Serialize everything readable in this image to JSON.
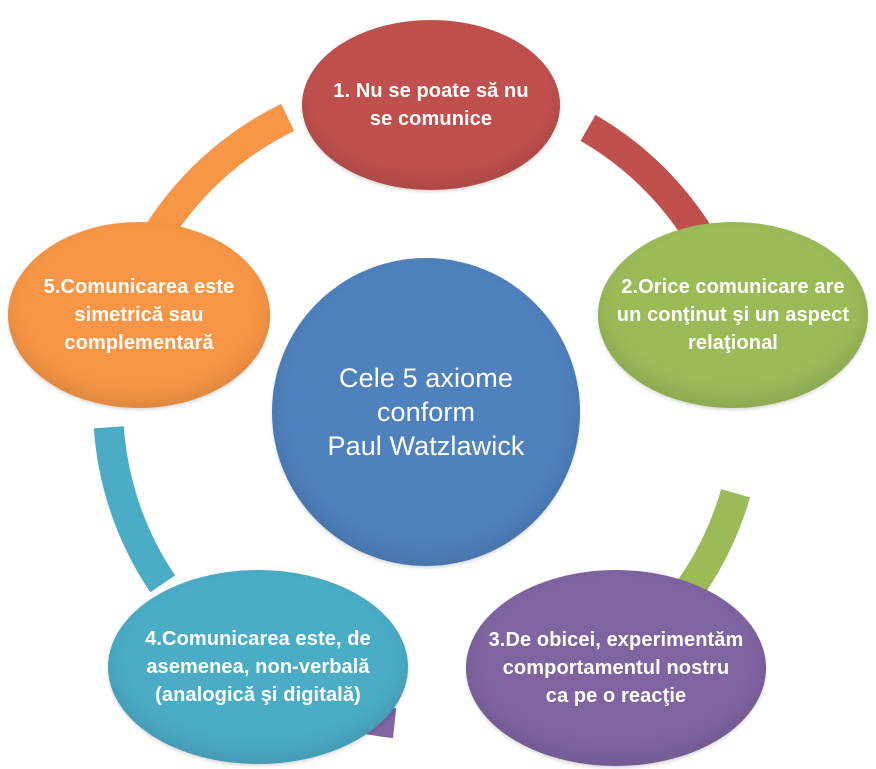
{
  "diagram": {
    "center": {
      "text": "Cele 5 axiome\nconform\nPaul Watzlawick",
      "color": "#4F81BD"
    },
    "axioms": [
      {
        "text": "1. Nu se poate să nu\nse comunice",
        "color": "#C0504D"
      },
      {
        "text": "2.Orice comunicare are\nun conţinut şi un aspect\nrelaţional",
        "color": "#9BBB59"
      },
      {
        "text": "3.De obicei, experimentăm\ncomportamentul nostru\nca pe o reacţie",
        "color": "#8064A2"
      },
      {
        "text": "4.Comunicarea este, de\nasemenea, non-verbală\n(analogică şi digitală)",
        "color": "#4BACC6"
      },
      {
        "text": "5.Comunicarea este\nsimetrică sau\ncomplementară",
        "color": "#F79646"
      }
    ]
  }
}
